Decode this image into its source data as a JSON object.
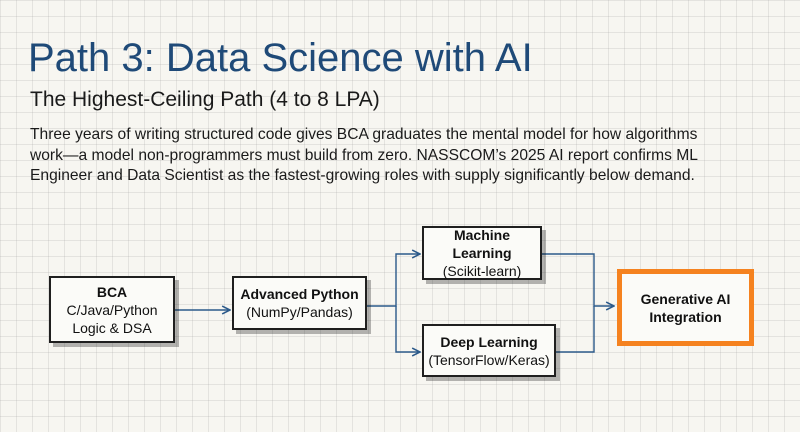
{
  "header": {
    "title": "Path 3: Data Science with AI",
    "subtitle": "The Highest-Ceiling Path (4 to 8 LPA)"
  },
  "body": {
    "lines": [
      "Three years of writing structured code gives BCA graduates the mental model for how algorithms",
      "work—a model non-programmers must build from zero. NASSCOM’s 2025 AI report confirms ML",
      "Engineer and Data Scientist as the fastest-growing roles with supply significantly below demand."
    ]
  },
  "diagram": {
    "nodes": {
      "bca": {
        "title": "BCA",
        "lines": [
          "C/Java/Python",
          "Logic & DSA"
        ]
      },
      "python": {
        "title": "Advanced Python",
        "lines": [
          "(NumPy/Pandas)"
        ]
      },
      "ml": {
        "title": "Machine Learning",
        "lines": [
          "(Scikit-learn)"
        ]
      },
      "dl": {
        "title": "Deep Learning",
        "lines": [
          "(TensorFlow/Keras)"
        ]
      },
      "genai": {
        "title_lines": [
          "Generative AI",
          "Integration"
        ]
      }
    },
    "edges": [
      {
        "from": "BCA",
        "to": "Advanced Python"
      },
      {
        "from": "Advanced Python",
        "to": "Machine Learning"
      },
      {
        "from": "Advanced Python",
        "to": "Deep Learning"
      },
      {
        "from": "Machine Learning",
        "to": "Generative AI Integration"
      },
      {
        "from": "Deep Learning",
        "to": "Generative AI Integration"
      }
    ],
    "colors": {
      "title": "#1f4a78",
      "connector": "#2c5a8a",
      "highlight_border": "#f5821f",
      "node_border": "#1f1f1f"
    }
  }
}
